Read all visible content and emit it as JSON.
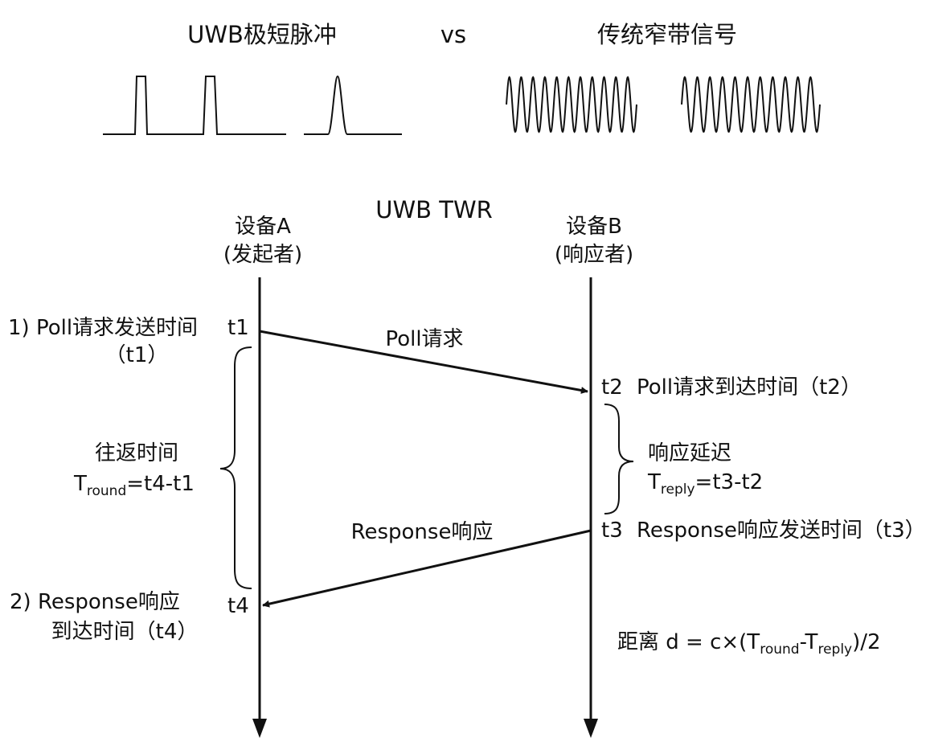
{
  "top": {
    "left_title": "UWB极短脉冲",
    "vs": "vs",
    "right_title": "传统窄带信号"
  },
  "twr": {
    "title": "UWB TWR",
    "device_a": {
      "name": "设备A",
      "role": "(发起者)"
    },
    "device_b": {
      "name": "设备B",
      "role": "(响应者)"
    },
    "step1": {
      "line1": "1) Poll请求发送时间",
      "line2": "（t1）",
      "tag": "t1"
    },
    "poll_arrow_label": "Poll请求",
    "t2": {
      "tag": "t2",
      "text": "Poll请求到达时间（t2）"
    },
    "reply_delay": {
      "title": "响应延迟",
      "prefix": "T",
      "sub": "reply",
      "suffix": "=t3-t2"
    },
    "round_trip": {
      "title": "往返时间",
      "prefix": "T",
      "sub": "round",
      "suffix": "=t4-t1"
    },
    "t3": {
      "tag": "t3",
      "text": "Response响应发送时间（t3）"
    },
    "response_arrow_label": "Response响应",
    "step2": {
      "line1": "2)   Response响应",
      "line2": "到达时间（t4）",
      "tag": "t4"
    },
    "formula": {
      "part1": "距离 d = c×(T",
      "sub1": "round",
      "part2": "-T",
      "sub2": "reply",
      "part3": ")/2"
    }
  },
  "colors": {
    "ink": "#111111",
    "background": "#ffffff"
  }
}
